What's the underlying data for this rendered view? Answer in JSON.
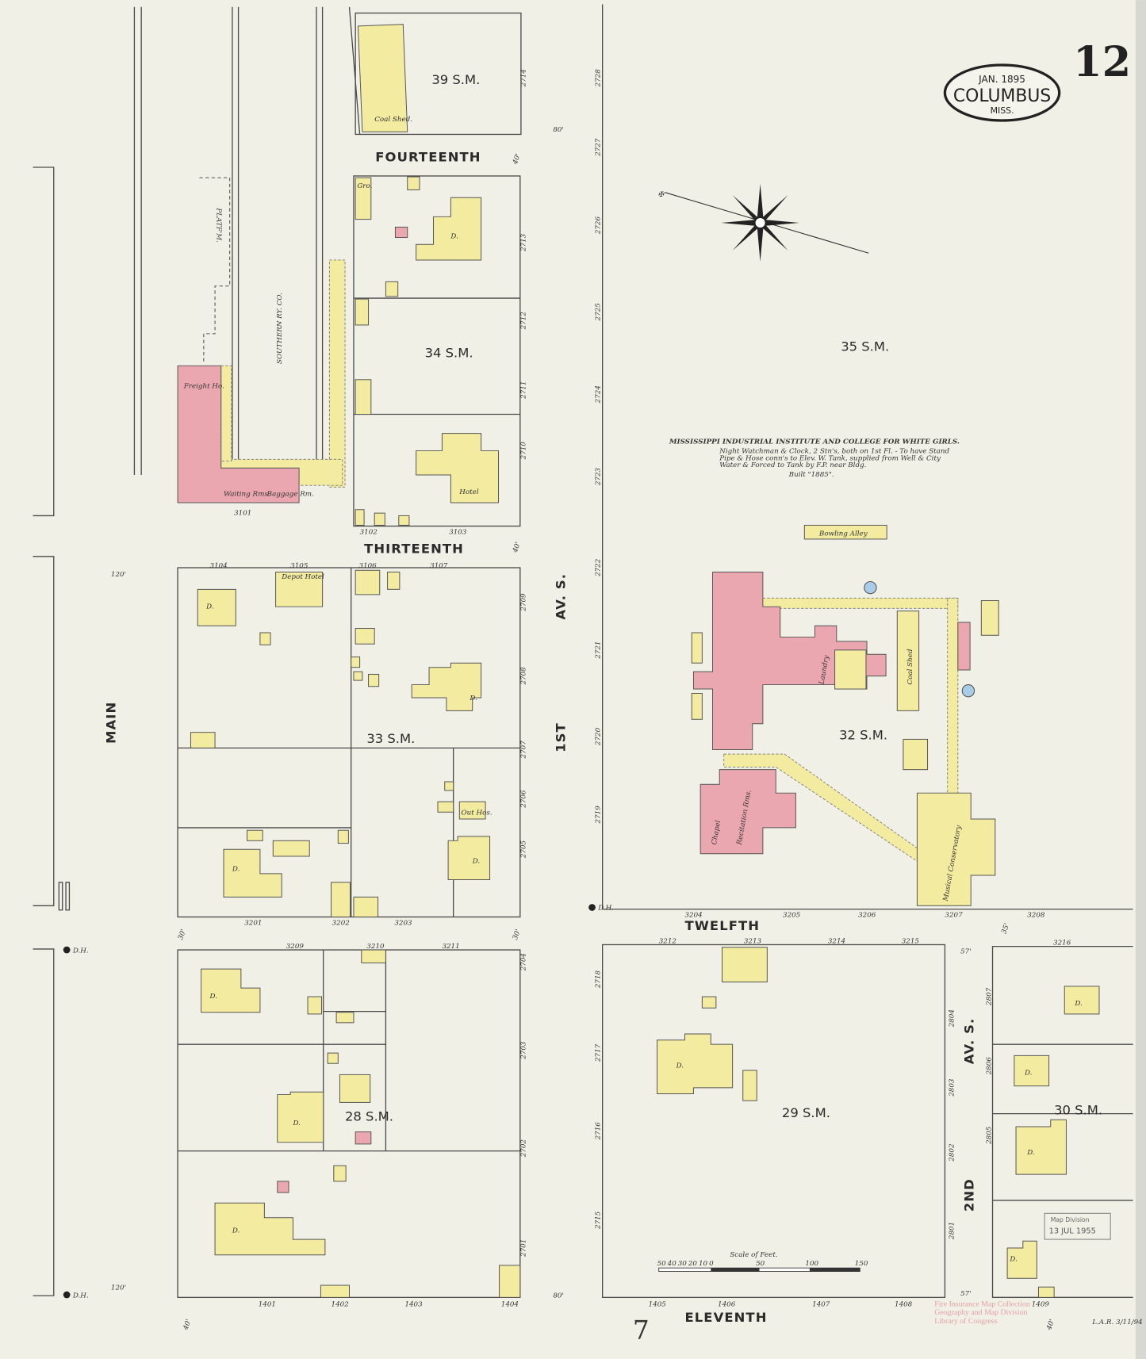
{
  "map": {
    "sheet_number": "12",
    "cartouche": {
      "date": "JAN. 1895",
      "city": "COLUMBUS",
      "state": "MISS."
    },
    "streets": {
      "fourteenth": "FOURTEENTH",
      "thirteenth": "THIRTEENTH",
      "twelfth": "TWELFTH",
      "eleventh": "ELEVENTH",
      "main": "MAIN",
      "first_av_a": "1ST",
      "first_av_b": "AV. S.",
      "second_av_a": "2ND",
      "second_av_b": "AV. S."
    },
    "blocks": [
      "39 S.M.",
      "34 S.M.",
      "35 S.M.",
      "33 S.M.",
      "32 S.M.",
      "28 S.M.",
      "29 S.M.",
      "30 S.M."
    ],
    "railway": {
      "name": "SOUTHERN RY. CO.",
      "platform": "PLATF'M."
    },
    "buildings": {
      "freight_house": "Freight Ho.",
      "waiting_rooms": "Waiting Rms.",
      "baggage_room": "Baggage Rm.",
      "coal_shed": "Coal Shed.",
      "hotel": "Hotel",
      "depot_hotel": "Depot Hotel",
      "grocery": "Gro.",
      "out_ho": "Out Hos.",
      "chapel": "Chapel",
      "recitation": "Recitation Rms.",
      "laundry": "Laundry",
      "coal_shed_b": "Coal Shed",
      "musical_conservatory": "Musical Conservatory",
      "gymnasium_alley": "Bowling Alley",
      "dwelling": "D."
    },
    "institute": {
      "title": "MISSISSIPPI INDUSTRIAL INSTITUTE AND COLLEGE FOR WHITE GIRLS.",
      "notes": [
        "Night Watchman & Clock, 2 Stn's, both on 1st Fl. - To have Stand",
        "Pipe & Hose conn's to Elev. W. Tank, supplied from Well & City",
        "Water & Forced to Tank by F.P. near Bldg."
      ],
      "built": "Built \"1885\"."
    },
    "addresses": [
      "3101",
      "3102",
      "3103",
      "3104",
      "3105",
      "3106",
      "3107",
      "3201",
      "3202",
      "3203",
      "3209",
      "3210",
      "3211",
      "1401",
      "1402",
      "1403",
      "1404",
      "1405",
      "1406",
      "1407",
      "1408",
      "1409",
      "3204",
      "3205",
      "3206",
      "3207",
      "3208",
      "3212",
      "3213",
      "3214",
      "3215",
      "3216",
      "2701",
      "2702",
      "2703",
      "2704",
      "2705",
      "2706",
      "2707",
      "2708",
      "2709",
      "2710",
      "2711",
      "2712",
      "2713",
      "2714",
      "2715",
      "2716",
      "2717",
      "2718",
      "2719",
      "2720",
      "2721",
      "2722",
      "2723",
      "2724",
      "2725",
      "2726",
      "2727",
      "2728",
      "2801",
      "2802",
      "2803",
      "2804",
      "2805",
      "2806",
      "2807"
    ],
    "dimensions": [
      "80'",
      "40'",
      "120'",
      "30'",
      "57'",
      "35'"
    ],
    "scale": {
      "title": "Scale of Feet.",
      "ticks": [
        "50",
        "40",
        "30",
        "20",
        "10",
        "0",
        "50",
        "100",
        "150"
      ]
    },
    "hydrants": {
      "dh": "D.H."
    },
    "stamp": {
      "line1": "Map Division",
      "line2": "13 JUL 1955"
    },
    "credit": [
      "Fire Insurance Map Collection",
      "Geography and Map Division",
      "Library of Congress"
    ],
    "corner_note": "L.A.R. 3/11/94",
    "bottom_mark": "7",
    "colors": {
      "paper": "#f1f0e6",
      "frame_building": "#f2eba0",
      "brick_building": "#eba7b0",
      "water_tank": "#a9cde8"
    }
  }
}
